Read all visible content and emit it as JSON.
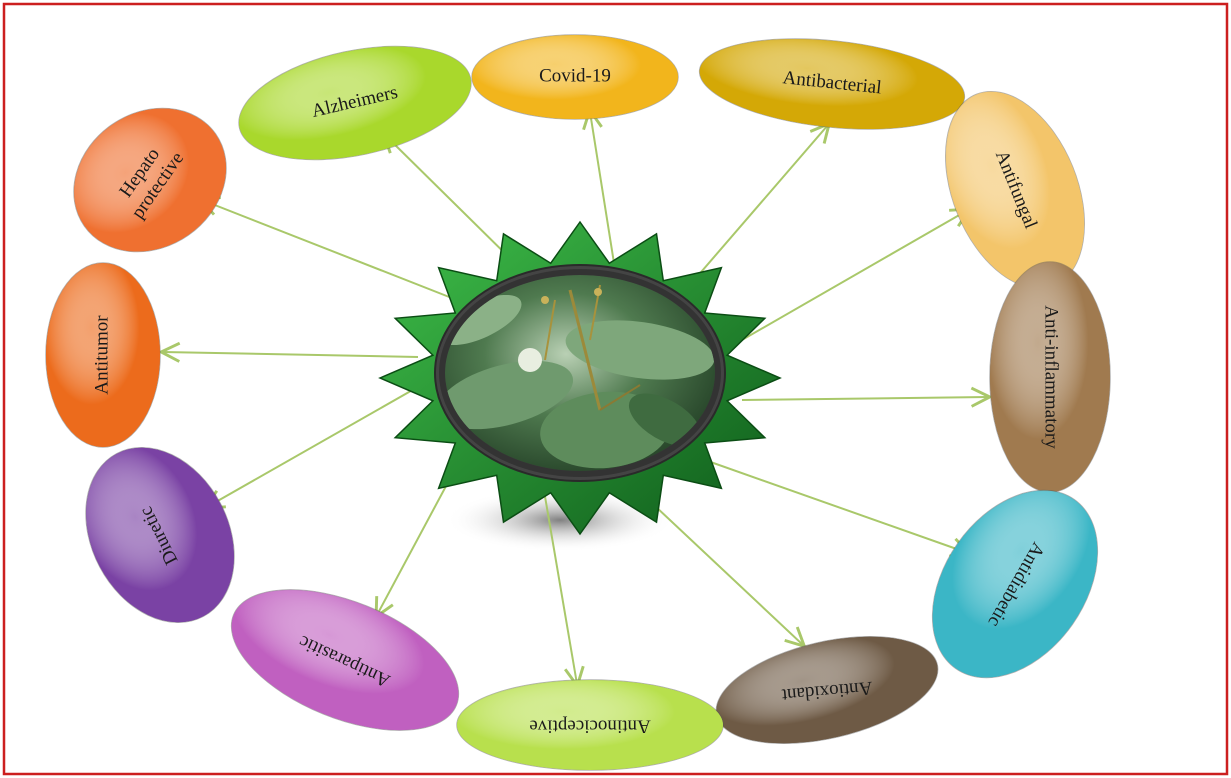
{
  "diagram": {
    "center_node": {
      "image": "leaf-plant-photo"
    },
    "nodes": [
      {
        "id": "covid",
        "label": "Covid-19",
        "color": "#f2b51c"
      },
      {
        "id": "antibacterial",
        "label": "Antibacterial",
        "color": "#d4a806"
      },
      {
        "id": "antifungal",
        "label": "Antifungal",
        "color": "#f3c56a"
      },
      {
        "id": "anti-inflammatory",
        "label": "Anti-inflammatory",
        "color": "#a07a4f"
      },
      {
        "id": "antidiabetic",
        "label": "Antidiabetic",
        "color": "#3bb6c6"
      },
      {
        "id": "antioxidant",
        "label": "Antioxidant",
        "color": "#6e5a45"
      },
      {
        "id": "antinociceptive",
        "label": "Antinociceptive",
        "color": "#b8e04d"
      },
      {
        "id": "antiparasitic",
        "label": "Antiparasitic",
        "color": "#c060c0"
      },
      {
        "id": "diuretic",
        "label": "Diuretic",
        "color": "#7a42a4"
      },
      {
        "id": "antitumor",
        "label": "Antitumor",
        "color": "#ec6b1c"
      },
      {
        "id": "hepatoprotective",
        "label": "Hepato protective",
        "label_lines": [
          "Hepato",
          "protective"
        ],
        "color": "#ef7030"
      },
      {
        "id": "alzheimers",
        "label": "Alzheimers",
        "color": "#a9d82c"
      }
    ],
    "arrow_color": "#a9c86a",
    "star_color": "#1f8a2e",
    "frame_color": "#cc1f1f"
  }
}
